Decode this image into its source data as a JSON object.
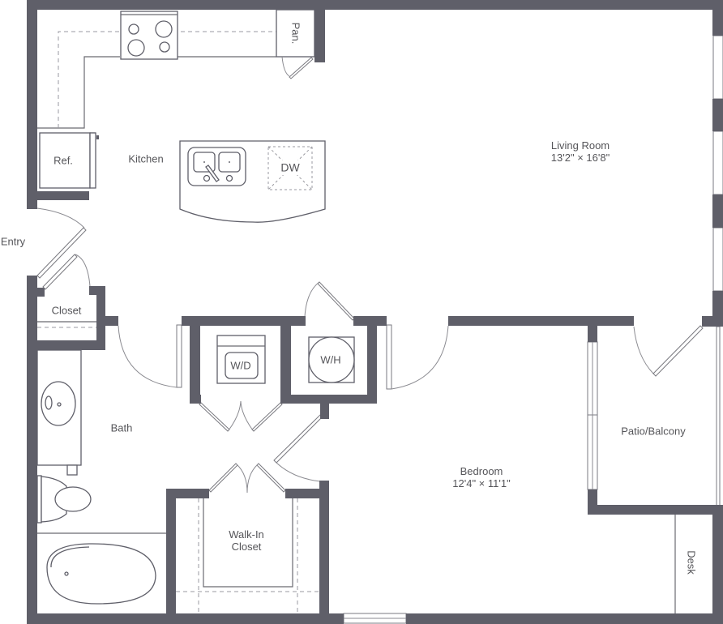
{
  "plan": {
    "wall_color": "#5f5f69",
    "text_color": "#555559"
  },
  "rooms": {
    "kitchen": {
      "label": "Kitchen"
    },
    "living_room": {
      "label": "Living Room",
      "dimensions": "13'2\" × 16'8\""
    },
    "bedroom": {
      "label": "Bedroom",
      "dimensions": "12'4\" × 11'1\""
    },
    "bath": {
      "label": "Bath"
    },
    "walk_in_closet": {
      "label_line1": "Walk-In",
      "label_line2": "Closet"
    },
    "closet": {
      "label": "Closet"
    },
    "patio": {
      "label": "Patio/Balcony"
    },
    "entry": {
      "label": "Entry"
    }
  },
  "fixtures": {
    "refrigerator": "Ref.",
    "pantry": "Pan.",
    "dishwasher": "DW",
    "washer_dryer": "W/D",
    "water_heater": "W/H",
    "desk": "Desk"
  }
}
